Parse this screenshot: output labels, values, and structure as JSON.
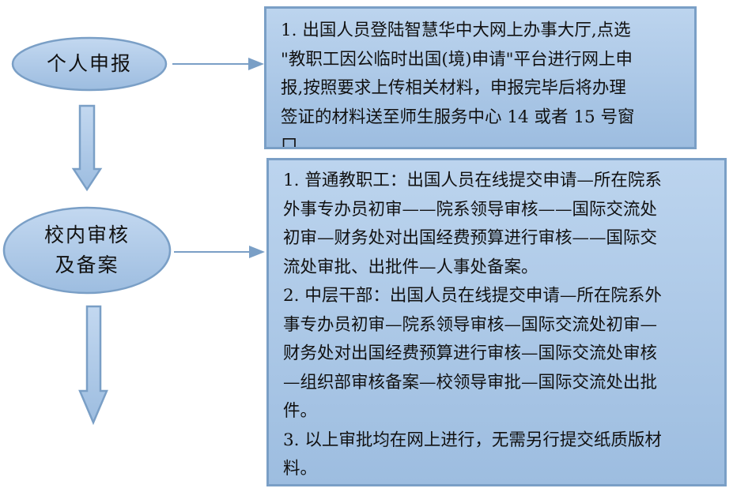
{
  "nodes": {
    "personal": "个人申报",
    "review_line1": "校内审核",
    "review_line2": "及备案"
  },
  "box1": {
    "lines": [
      "1. 出国人员登陆智慧华中大网上办事大厅,点选",
      "\"教职工因公临时出国(境)申请\"平台进行网上申",
      "报,按照要求上传相关材料，申报完毕后将办理",
      "签证的材料送至师生服务中心 14 或者 15 号窗",
      "口"
    ]
  },
  "box2": {
    "lines": [
      "1. 普通教职工：出国人员在线提交申请—所在院系",
      "外事专办员初审——院系领导审核——国际交流处",
      "初审—财务处对出国经费预算进行审核——国际交",
      "流处审批、出批件—人事处备案。",
      "2. 中层干部：出国人员在线提交申请—所在院系外",
      "事专办员初审—院系领导审核—国际交流处初审—",
      "财务处对出国经费预算进行审核—国际交流处审核",
      "—组织部审核备案—校领导审批—国际交流处出批",
      "件。",
      "3. 以上审批均在网上进行，无需另行提交纸质版材",
      "料。"
    ]
  },
  "colors": {
    "fill": "#b3cdea",
    "stroke": "#7a9fc6"
  }
}
